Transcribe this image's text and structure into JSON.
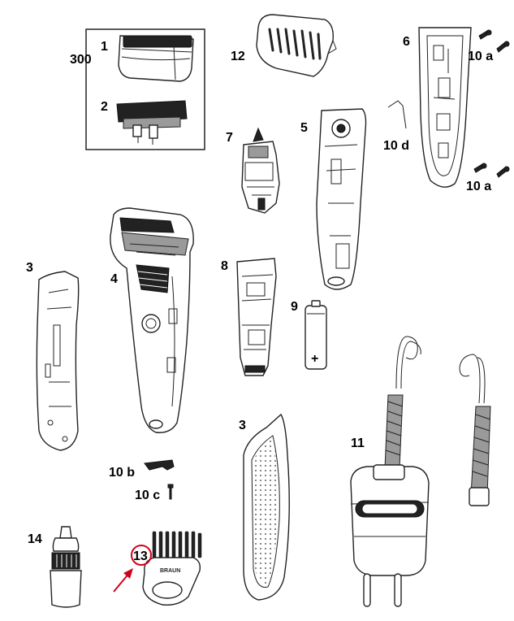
{
  "labels": {
    "p300": "300",
    "p1": "1",
    "p2": "2",
    "p3_left": "3",
    "p3_right": "3",
    "p4": "4",
    "p5": "5",
    "p6": "6",
    "p7": "7",
    "p8": "8",
    "p9": "9",
    "p10a_top": "10 a",
    "p10a_bottom": "10 a",
    "p10b": "10 b",
    "p10c": "10 c",
    "p10d": "10 d",
    "p11": "11",
    "p12": "12",
    "p13": "13",
    "p14": "14"
  },
  "battery_sign": "+",
  "comb_brand": "BRAUN",
  "colors": {
    "highlight": "#d0021b",
    "line": "#222222",
    "background": "#ffffff"
  }
}
